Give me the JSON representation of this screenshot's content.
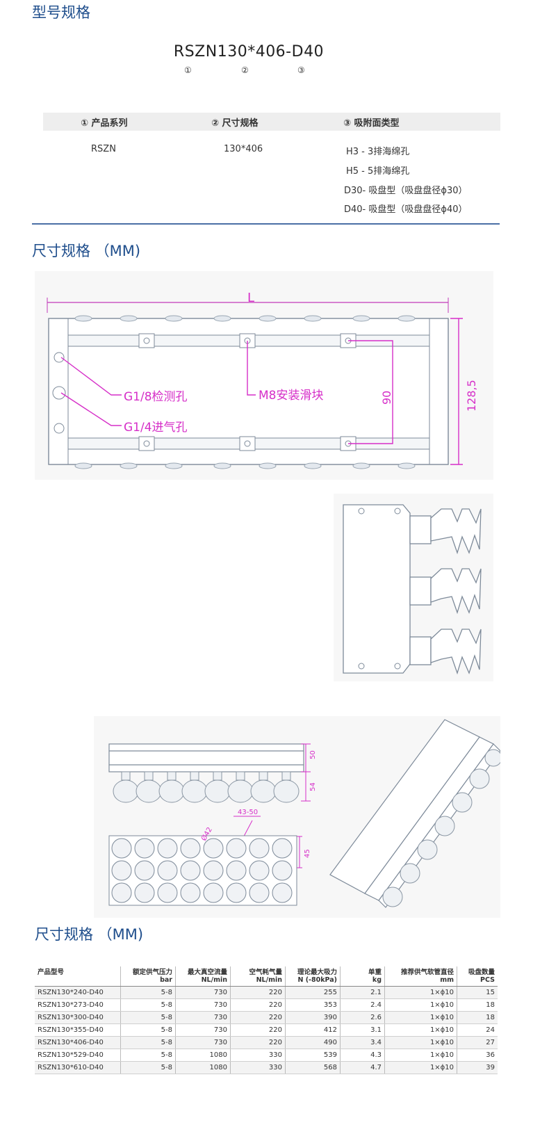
{
  "section1": {
    "title": "型号规格"
  },
  "model": {
    "code": "RSZN130*406-D40",
    "markers": [
      "①",
      "②",
      "③"
    ]
  },
  "spec_table": {
    "headers": [
      "① 产品系列",
      "② 尺寸规格",
      "③ 吸附面类型"
    ],
    "series": "RSZN",
    "size": "130*406",
    "types": [
      "H3 - 3排海绵孔",
      "H5 - 5排海绵孔",
      "D30- 吸盘型（吸盘盘径ϕ30）",
      "D40- 吸盘型（吸盘盘径ϕ40）"
    ]
  },
  "section2": {
    "title": "尺寸规格 （MM)"
  },
  "drawing1": {
    "length_label": "L",
    "height_label": "128,5",
    "inner_label": "90",
    "callouts": [
      "G1/8检测孔",
      "M8安装滑块",
      "G1/4进气孔"
    ]
  },
  "drawing3": {
    "dim_top": "50",
    "dim_bottom": "54",
    "dia_label": "Ø42",
    "pitch_label": "43-50",
    "row_pitch": "45"
  },
  "section3": {
    "title": "尺寸规格 （MM)"
  },
  "product_table": {
    "headers": [
      {
        "line1": "产品型号",
        "line2": ""
      },
      {
        "line1": "额定供气压力",
        "line2": "bar"
      },
      {
        "line1": "最大真空流量",
        "line2": "NL/min"
      },
      {
        "line1": "空气耗气量",
        "line2": "NL/min"
      },
      {
        "line1": "理论最大吸力",
        "line2": "N (-80kPa)"
      },
      {
        "line1": "单重",
        "line2": "kg"
      },
      {
        "line1": "推荐供气软管直径",
        "line2": "mm"
      },
      {
        "line1": "吸盘数量",
        "line2": "PCS"
      }
    ],
    "rows": [
      [
        "RSZN130*240-D40",
        "5-8",
        "730",
        "220",
        "255",
        "2.1",
        "1×ϕ10",
        "15"
      ],
      [
        "RSZN130*273-D40",
        "5-8",
        "730",
        "220",
        "353",
        "2.4",
        "1×ϕ10",
        "18"
      ],
      [
        "RSZN130*300-D40",
        "5-8",
        "730",
        "220",
        "390",
        "2.6",
        "1×ϕ10",
        "18"
      ],
      [
        "RSZN130*355-D40",
        "5-8",
        "730",
        "220",
        "412",
        "3.1",
        "1×ϕ10",
        "24"
      ],
      [
        "RSZN130*406-D40",
        "5-8",
        "730",
        "220",
        "490",
        "3.4",
        "1×ϕ10",
        "27"
      ],
      [
        "RSZN130*529-D40",
        "5-8",
        "1080",
        "330",
        "539",
        "4.3",
        "1×ϕ10",
        "36"
      ],
      [
        "RSZN130*610-D40",
        "5-8",
        "1080",
        "330",
        "568",
        "4.7",
        "1×ϕ10",
        "39"
      ]
    ]
  }
}
